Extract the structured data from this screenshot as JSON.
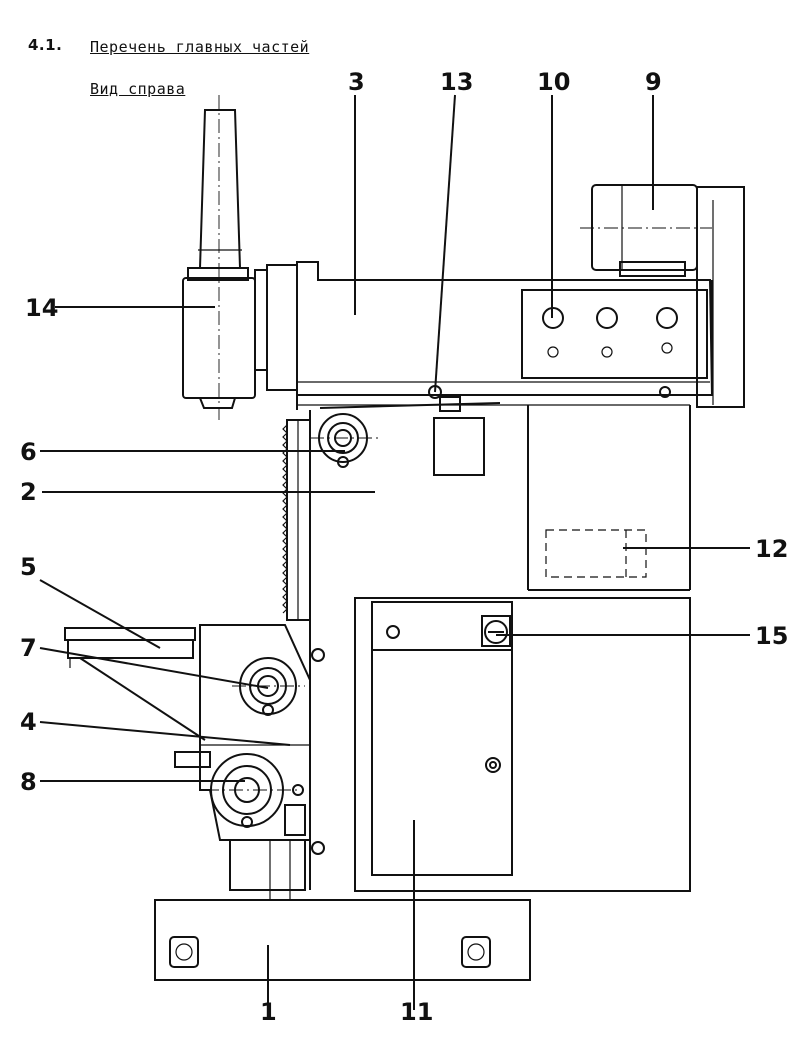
{
  "header": {
    "section_number": "4.1.",
    "title": "Перечень главных частей",
    "subtitle": "Вид справа"
  },
  "callouts": [
    {
      "id": "1",
      "label": "1"
    },
    {
      "id": "2",
      "label": "2"
    },
    {
      "id": "3",
      "label": "3"
    },
    {
      "id": "4",
      "label": "4"
    },
    {
      "id": "5",
      "label": "5"
    },
    {
      "id": "6",
      "label": "6"
    },
    {
      "id": "7",
      "label": "7"
    },
    {
      "id": "8",
      "label": "8"
    },
    {
      "id": "9",
      "label": "9"
    },
    {
      "id": "10",
      "label": "10"
    },
    {
      "id": "11",
      "label": "11"
    },
    {
      "id": "12",
      "label": "12"
    },
    {
      "id": "13",
      "label": "13"
    },
    {
      "id": "14",
      "label": "14"
    },
    {
      "id": "15",
      "label": "15"
    }
  ]
}
